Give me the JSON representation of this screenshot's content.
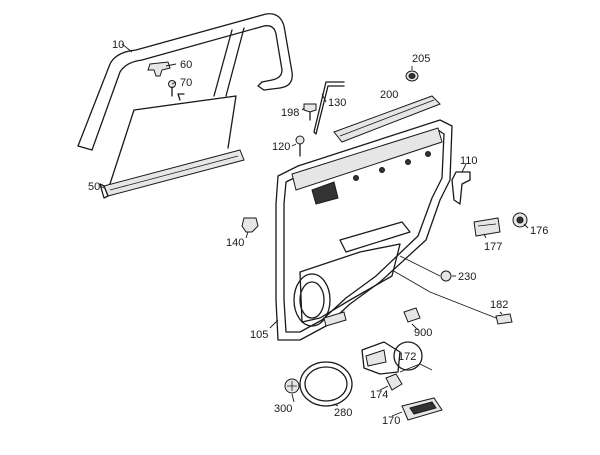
{
  "diagram": {
    "callouts": {
      "p10": "10",
      "p60": "60",
      "p70": "70",
      "p50": "50",
      "p198": "198",
      "p130": "130",
      "p200": "200",
      "p205": "205",
      "p120": "120",
      "p110": "110",
      "p140": "140",
      "p177": "177",
      "p176": "176",
      "p230": "230",
      "p182": "182",
      "p105": "105",
      "p900": "900",
      "p172": "172",
      "p174": "174",
      "p300": "300",
      "p280": "280",
      "p170": "170"
    }
  }
}
